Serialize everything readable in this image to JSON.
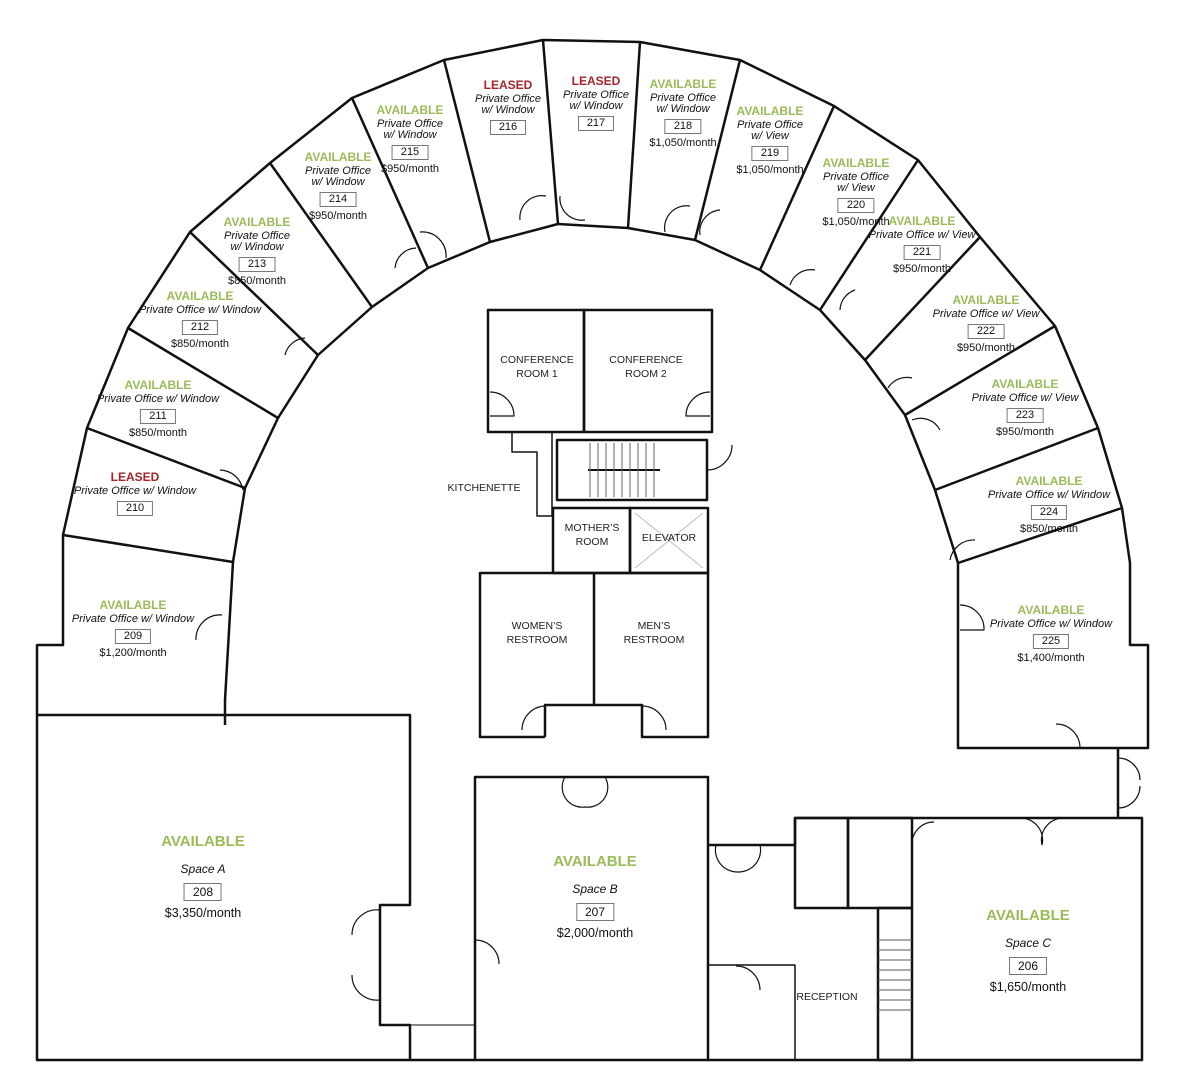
{
  "colors": {
    "available": "#9bbb59",
    "leased": "#a3262a",
    "wall": "#111111"
  },
  "offices": [
    {
      "number": "209",
      "status": "AVAILABLE",
      "type": "Private Office w/ Window",
      "price": "$1,200/month"
    },
    {
      "number": "210",
      "status": "LEASED",
      "type": "Private Office w/ Window",
      "price": ""
    },
    {
      "number": "211",
      "status": "AVAILABLE",
      "type": "Private Office w/ Window",
      "price": "$850/month"
    },
    {
      "number": "212",
      "status": "AVAILABLE",
      "type": "Private Office w/ Window",
      "price": "$850/month"
    },
    {
      "number": "213",
      "status": "AVAILABLE",
      "type": "Private Office\nw/ Window",
      "price": "$850/month"
    },
    {
      "number": "214",
      "status": "AVAILABLE",
      "type": "Private Office\nw/ Window",
      "price": "$950/month"
    },
    {
      "number": "215",
      "status": "AVAILABLE",
      "type": "Private Office\nw/ Window",
      "price": "$950/month"
    },
    {
      "number": "216",
      "status": "LEASED",
      "type": "Private Office\nw/ Window",
      "price": ""
    },
    {
      "number": "217",
      "status": "LEASED",
      "type": "Private Office\nw/ Window",
      "price": ""
    },
    {
      "number": "218",
      "status": "AVAILABLE",
      "type": "Private Office\nw/ Window",
      "price": "$1,050/month"
    },
    {
      "number": "219",
      "status": "AVAILABLE",
      "type": "Private Office\nw/ View",
      "price": "$1,050/month"
    },
    {
      "number": "220",
      "status": "AVAILABLE",
      "type": "Private Office\nw/ View",
      "price": "$1,050/month"
    },
    {
      "number": "221",
      "status": "AVAILABLE",
      "type": "Private Office w/ View",
      "price": "$950/month"
    },
    {
      "number": "222",
      "status": "AVAILABLE",
      "type": "Private Office w/ View",
      "price": "$950/month"
    },
    {
      "number": "223",
      "status": "AVAILABLE",
      "type": "Private Office w/ View",
      "price": "$950/month"
    },
    {
      "number": "224",
      "status": "AVAILABLE",
      "type": "Private Office w/ Window",
      "price": "$850/month"
    },
    {
      "number": "225",
      "status": "AVAILABLE",
      "type": "Private Office w/ Window",
      "price": "$1,400/month"
    }
  ],
  "spaces": [
    {
      "number": "208",
      "status": "AVAILABLE",
      "type": "Space A",
      "price": "$3,350/month"
    },
    {
      "number": "207",
      "status": "AVAILABLE",
      "type": "Space B",
      "price": "$2,000/month"
    },
    {
      "number": "206",
      "status": "AVAILABLE",
      "type": "Space C",
      "price": "$1,650/month"
    }
  ],
  "rooms": {
    "conference1": "CONFERENCE\nROOM 1",
    "conference2": "CONFERENCE\nROOM 2",
    "kitchenette": "KITCHENETTE",
    "mothers_room": "MOTHER’S\nROOM",
    "elevator": "ELEVATOR",
    "womens": "WOMEN’S\nRESTROOM",
    "mens": "MEN’S\nRESTROOM",
    "reception": "RECEPTION"
  }
}
